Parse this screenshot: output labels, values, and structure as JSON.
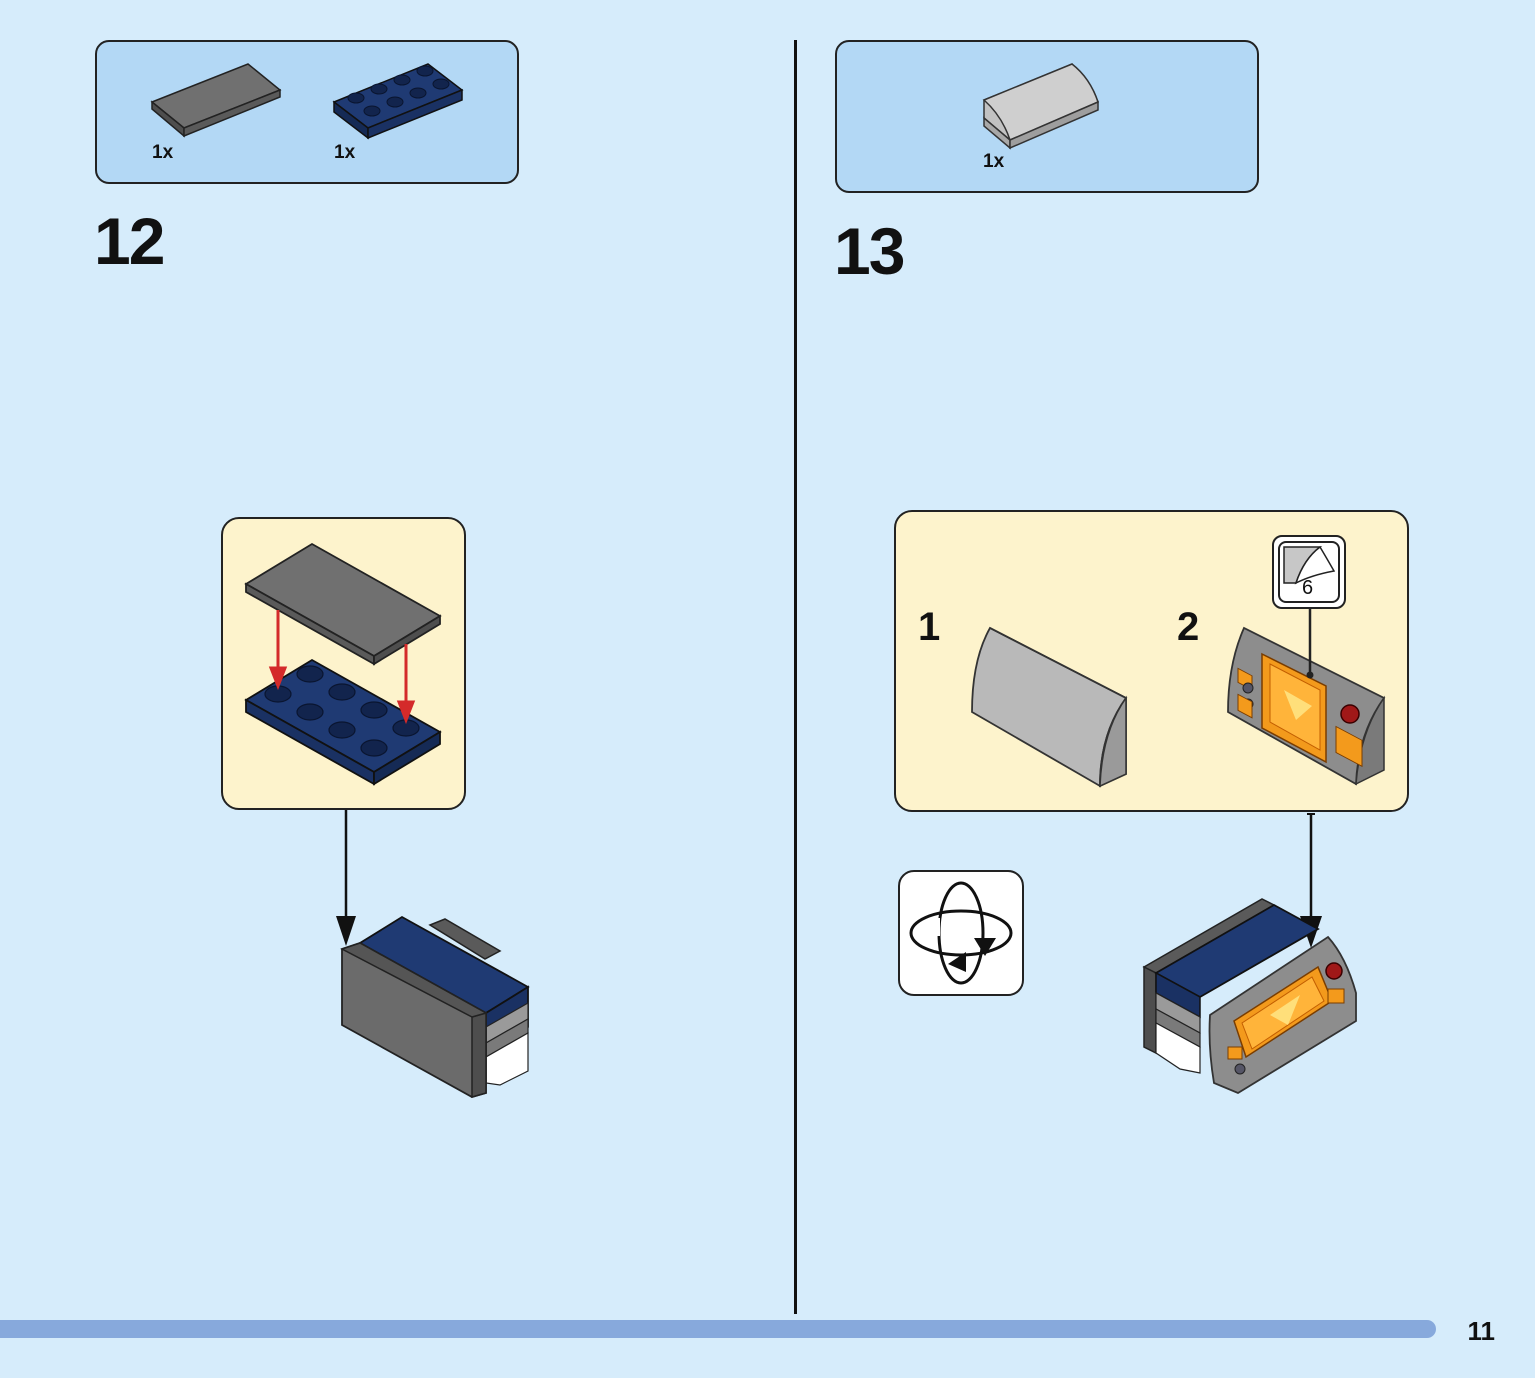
{
  "steps": [
    {
      "number": "12",
      "parts": [
        {
          "qty": "1x",
          "part": "gray tile 2x4",
          "color": "#6b6b6b"
        },
        {
          "qty": "1x",
          "part": "dark blue plate 2x4",
          "color": "#1f3a73"
        }
      ]
    },
    {
      "number": "13",
      "parts": [
        {
          "qty": "1x",
          "part": "light gray curved slope",
          "color": "#bdbdbd"
        }
      ],
      "substeps": [
        {
          "number": "1"
        },
        {
          "number": "2",
          "sticker_number": "6"
        }
      ]
    }
  ],
  "icons": [
    "rotate-model-icon",
    "sticker-icon",
    "arrow-down-icon"
  ],
  "colors": {
    "page_bg": "#d6ecfb",
    "parts_box_bg": "#b3d8f5",
    "callout_bg": "#fdf3cc",
    "dark_blue": "#1f3a73",
    "gray": "#6b6b6b",
    "light_gray": "#bdbdbd",
    "arrow_red": "#d42a2a",
    "screen_orange": "#f39a1c"
  },
  "footer": {
    "page_number": "11"
  }
}
